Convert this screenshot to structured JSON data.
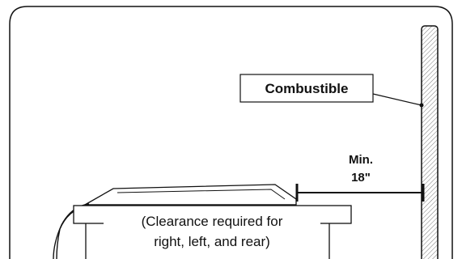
{
  "labels": {
    "combustible": "Combustible",
    "min": "Min.",
    "distance": "18\"",
    "clearance_line1": "(Clearance required for",
    "clearance_line2": "right, left, and rear)"
  },
  "colors": {
    "stroke": "#111111",
    "background": "#ffffff",
    "hatch": "#555555"
  }
}
